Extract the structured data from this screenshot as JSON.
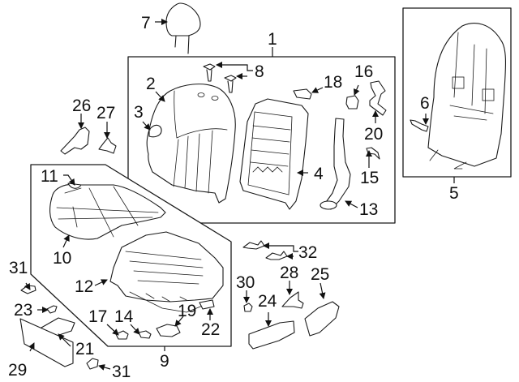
{
  "diagram": {
    "type": "exploded-parts-diagram",
    "subject": "front seat assembly",
    "line_color": "#1a1a1a",
    "background": "#ffffff",
    "callouts": [
      {
        "id": "c1",
        "label": "1",
        "target": "seat-back-assembly-group"
      },
      {
        "id": "c2",
        "label": "2",
        "target": "seat-back-cover"
      },
      {
        "id": "c3",
        "label": "3",
        "target": "seat-back-cover-bolster-patch"
      },
      {
        "id": "c4",
        "label": "4",
        "target": "seat-back-frame"
      },
      {
        "id": "c5",
        "label": "5",
        "target": "seat-back-panel-group"
      },
      {
        "id": "c6",
        "label": "6",
        "target": "seat-back-panel-clip"
      },
      {
        "id": "c7",
        "label": "7",
        "target": "headrest"
      },
      {
        "id": "c8",
        "label": "8",
        "target": "headrest-guides"
      },
      {
        "id": "c9",
        "label": "9",
        "target": "seat-cushion-assembly-group"
      },
      {
        "id": "c10",
        "label": "10",
        "target": "seat-cushion-cover"
      },
      {
        "id": "c11",
        "label": "11",
        "target": "seat-cushion-pad-notch"
      },
      {
        "id": "c12",
        "label": "12",
        "target": "seat-cushion-frame"
      },
      {
        "id": "c13",
        "label": "13",
        "target": "air-duct"
      },
      {
        "id": "c14",
        "label": "14",
        "target": "small-clip"
      },
      {
        "id": "c15",
        "label": "15",
        "target": "clip-bracket"
      },
      {
        "id": "c16",
        "label": "16",
        "target": "connector"
      },
      {
        "id": "c17",
        "label": "17",
        "target": "switch-knob"
      },
      {
        "id": "c18",
        "label": "18",
        "target": "module-bracket"
      },
      {
        "id": "c19",
        "label": "19",
        "target": "lumbar-motor-plate"
      },
      {
        "id": "c20",
        "label": "20",
        "target": "wiring-bracket"
      },
      {
        "id": "c21",
        "label": "21",
        "target": "switch-assembly"
      },
      {
        "id": "c22",
        "label": "22",
        "target": "control-module"
      },
      {
        "id": "c23",
        "label": "23",
        "target": "knob"
      },
      {
        "id": "c24",
        "label": "24",
        "target": "outer-trim-panel"
      },
      {
        "id": "c25",
        "label": "25",
        "target": "inner-trim-panel"
      },
      {
        "id": "c26",
        "label": "26",
        "target": "recliner-cover"
      },
      {
        "id": "c27",
        "label": "27",
        "target": "recliner-bracket"
      },
      {
        "id": "c28",
        "label": "28",
        "target": "mounting-bracket"
      },
      {
        "id": "c29",
        "label": "29",
        "target": "side-shield"
      },
      {
        "id": "c30",
        "label": "30",
        "target": "cap"
      },
      {
        "id": "c31a",
        "label": "31",
        "target": "retainer-clip-upper"
      },
      {
        "id": "c31b",
        "label": "31",
        "target": "retainer-clip-lower"
      },
      {
        "id": "c32",
        "label": "32",
        "target": "hooks"
      }
    ]
  }
}
